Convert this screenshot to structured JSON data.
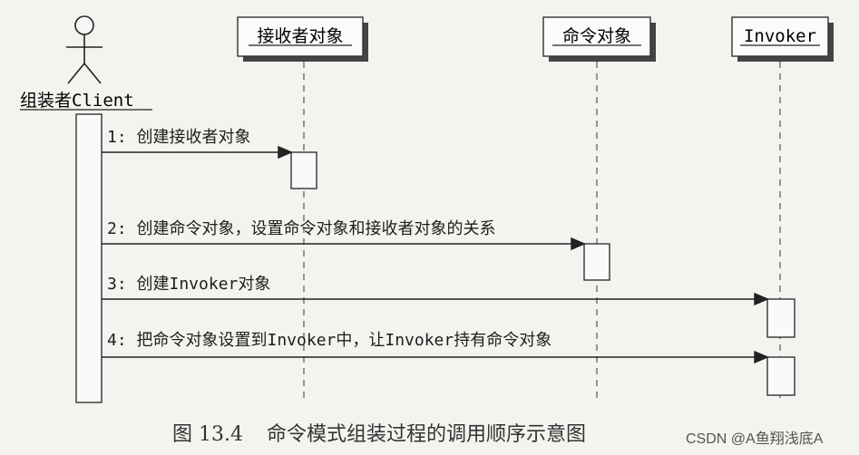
{
  "actor": {
    "name": "组装者Client"
  },
  "objects": [
    {
      "id": "receiver",
      "label": "接收者对象"
    },
    {
      "id": "command",
      "label": "命令对象"
    },
    {
      "id": "invoker",
      "label": "Invoker"
    }
  ],
  "messages": [
    {
      "index": "1",
      "text": "1: 创建接收者对象",
      "target": "receiver"
    },
    {
      "index": "2",
      "text": "2: 创建命令对象，设置命令对象和接收者对象的关系",
      "target": "command"
    },
    {
      "index": "3",
      "text": "3: 创建Invoker对象",
      "target": "invoker"
    },
    {
      "index": "4",
      "text": "4: 把命令对象设置到Invoker中，让Invoker持有命令对象",
      "target": "invoker"
    }
  ],
  "caption": {
    "number": "图 13.4",
    "text": "命令模式组装过程的调用顺序示意图"
  },
  "watermark": "CSDN @A鱼翔浅底A"
}
